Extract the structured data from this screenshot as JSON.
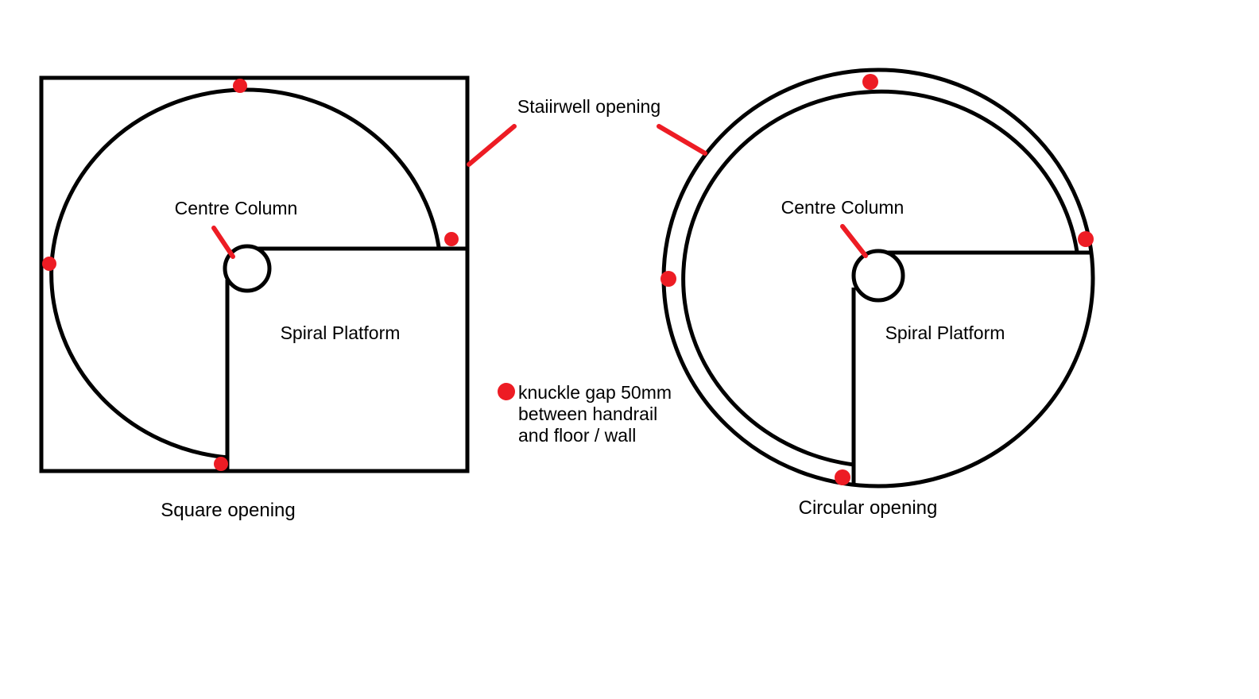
{
  "colors": {
    "background": "#ffffff",
    "ink": "#000000",
    "accent_red": "#ed1c24"
  },
  "annotations": {
    "stairwell_opening_label": "Staiirwell opening",
    "legend": {
      "marker_icon": "red-dot",
      "lines": [
        "knuckle gap 50mm",
        "between handrail",
        "and floor / wall"
      ]
    }
  },
  "square_diagram": {
    "centre_column_label": "Centre Column",
    "platform_label": "Spiral Platform",
    "caption": "Square opening",
    "knuckle_gap_marker_count": 4
  },
  "circular_diagram": {
    "centre_column_label": "Centre Column",
    "platform_label": "Spiral Platform",
    "caption": "Circular opening",
    "knuckle_gap_marker_count": 4
  }
}
